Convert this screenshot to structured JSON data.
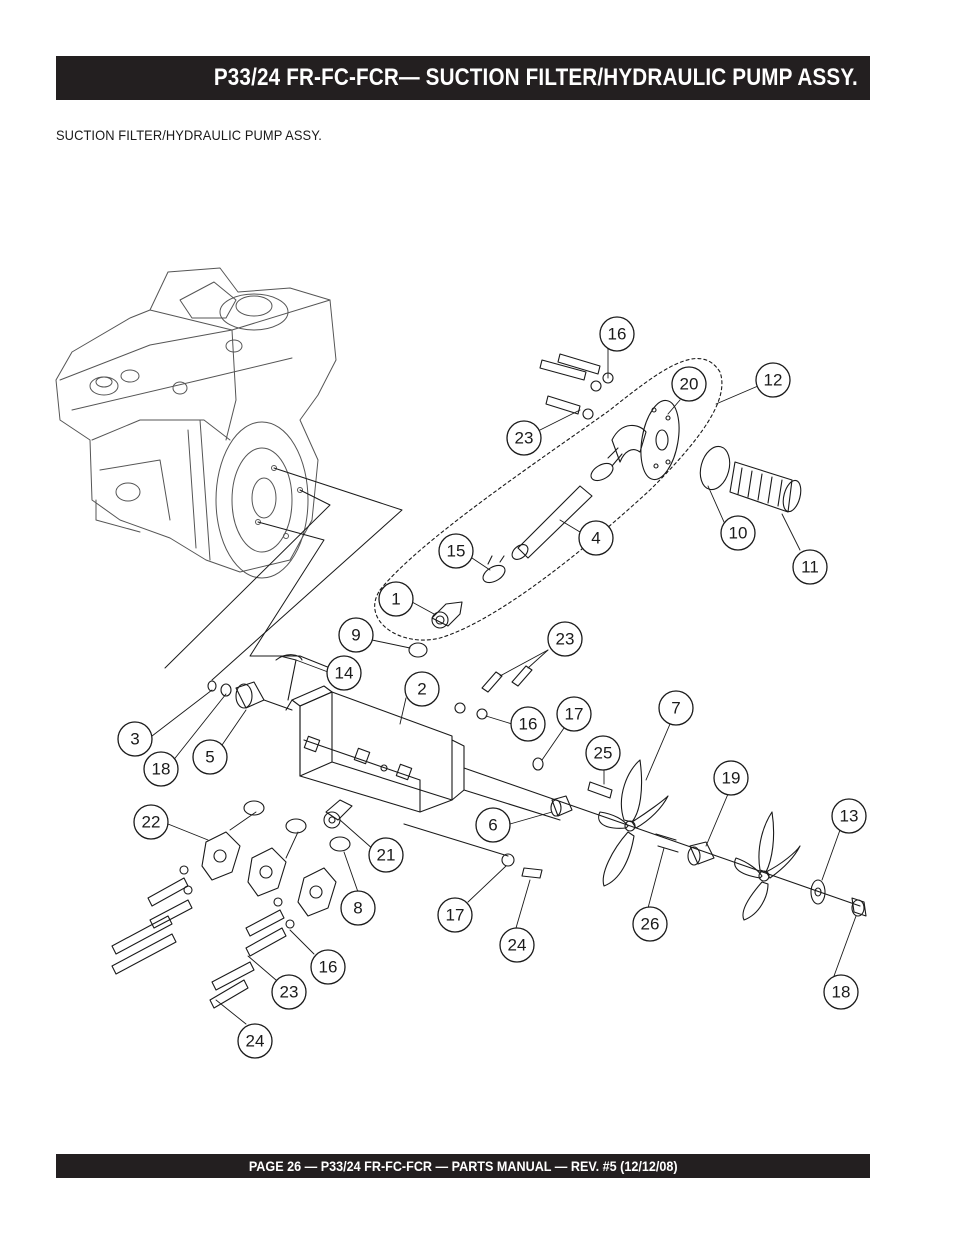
{
  "header": {
    "title": "P33/24 FR-FC-FCR— SUCTION FILTER/HYDRAULIC PUMP ASSY."
  },
  "subtitle": "SUCTION FILTER/HYDRAULIC PUMP ASSY.",
  "callouts": {
    "c16a": "16",
    "c20": "20",
    "c12": "12",
    "c23a": "23",
    "c4": "4",
    "c10": "10",
    "c11": "11",
    "c15": "15",
    "c1": "1",
    "c9": "9",
    "c23b": "23",
    "c14": "14",
    "c2": "2",
    "c16b": "16",
    "c17a": "17",
    "c7": "7",
    "c3": "3",
    "c18a": "18",
    "c5": "5",
    "c25": "25",
    "c19": "19",
    "c13": "13",
    "c22": "22",
    "c6": "6",
    "c21": "21",
    "c8": "8",
    "c17b": "17",
    "c24a": "24",
    "c26": "26",
    "c18b": "18",
    "c16c": "16",
    "c23c": "23",
    "c24b": "24"
  },
  "footer": {
    "text": "PAGE 26 — P33/24 FR-FC-FCR — PARTS MANUAL — REV. #5 (12/12/08)"
  }
}
